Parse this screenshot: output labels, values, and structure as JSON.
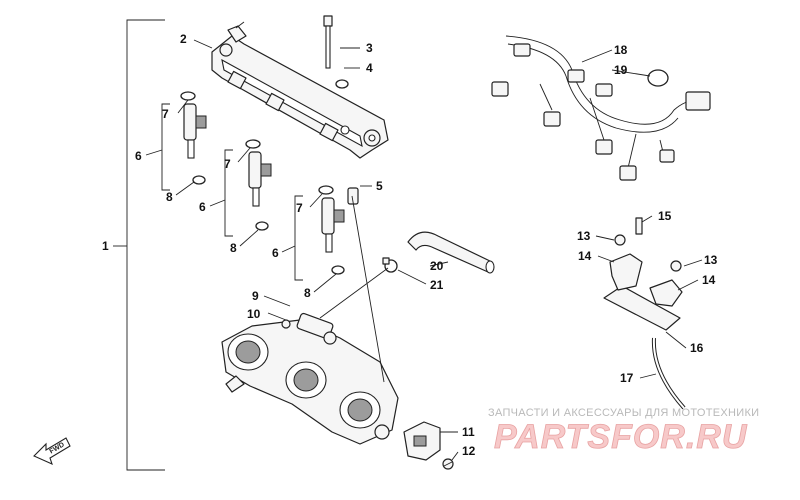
{
  "diagram": {
    "callouts": [
      {
        "id": "1",
        "label": "1"
      },
      {
        "id": "2",
        "label": "2"
      },
      {
        "id": "3",
        "label": "3"
      },
      {
        "id": "4",
        "label": "4"
      },
      {
        "id": "5",
        "label": "5"
      },
      {
        "id": "6a",
        "label": "6"
      },
      {
        "id": "6b",
        "label": "6"
      },
      {
        "id": "6c",
        "label": "6"
      },
      {
        "id": "7a",
        "label": "7"
      },
      {
        "id": "7b",
        "label": "7"
      },
      {
        "id": "7c",
        "label": "7"
      },
      {
        "id": "8a",
        "label": "8"
      },
      {
        "id": "8b",
        "label": "8"
      },
      {
        "id": "8c",
        "label": "8"
      },
      {
        "id": "9",
        "label": "9"
      },
      {
        "id": "10",
        "label": "10"
      },
      {
        "id": "11",
        "label": "11"
      },
      {
        "id": "12",
        "label": "12"
      },
      {
        "id": "13a",
        "label": "13"
      },
      {
        "id": "13b",
        "label": "13"
      },
      {
        "id": "14a",
        "label": "14"
      },
      {
        "id": "14b",
        "label": "14"
      },
      {
        "id": "15",
        "label": "15"
      },
      {
        "id": "16",
        "label": "16"
      },
      {
        "id": "17",
        "label": "17"
      },
      {
        "id": "18",
        "label": "18"
      },
      {
        "id": "19",
        "label": "19"
      },
      {
        "id": "20",
        "label": "20"
      },
      {
        "id": "21",
        "label": "21"
      }
    ],
    "forward_arrow": {
      "label": "FWD"
    }
  },
  "watermark": {
    "line1": "ЗАПЧАСТИ И АКСЕССУАРЫ ДЛЯ МОТОТЕХНИКИ",
    "line2": "PARTSFOR.RU",
    "colors": {
      "text": "#b9b9b9",
      "logo_fill": "#f7c9c9",
      "logo_stroke": "#e8a3a3"
    }
  }
}
